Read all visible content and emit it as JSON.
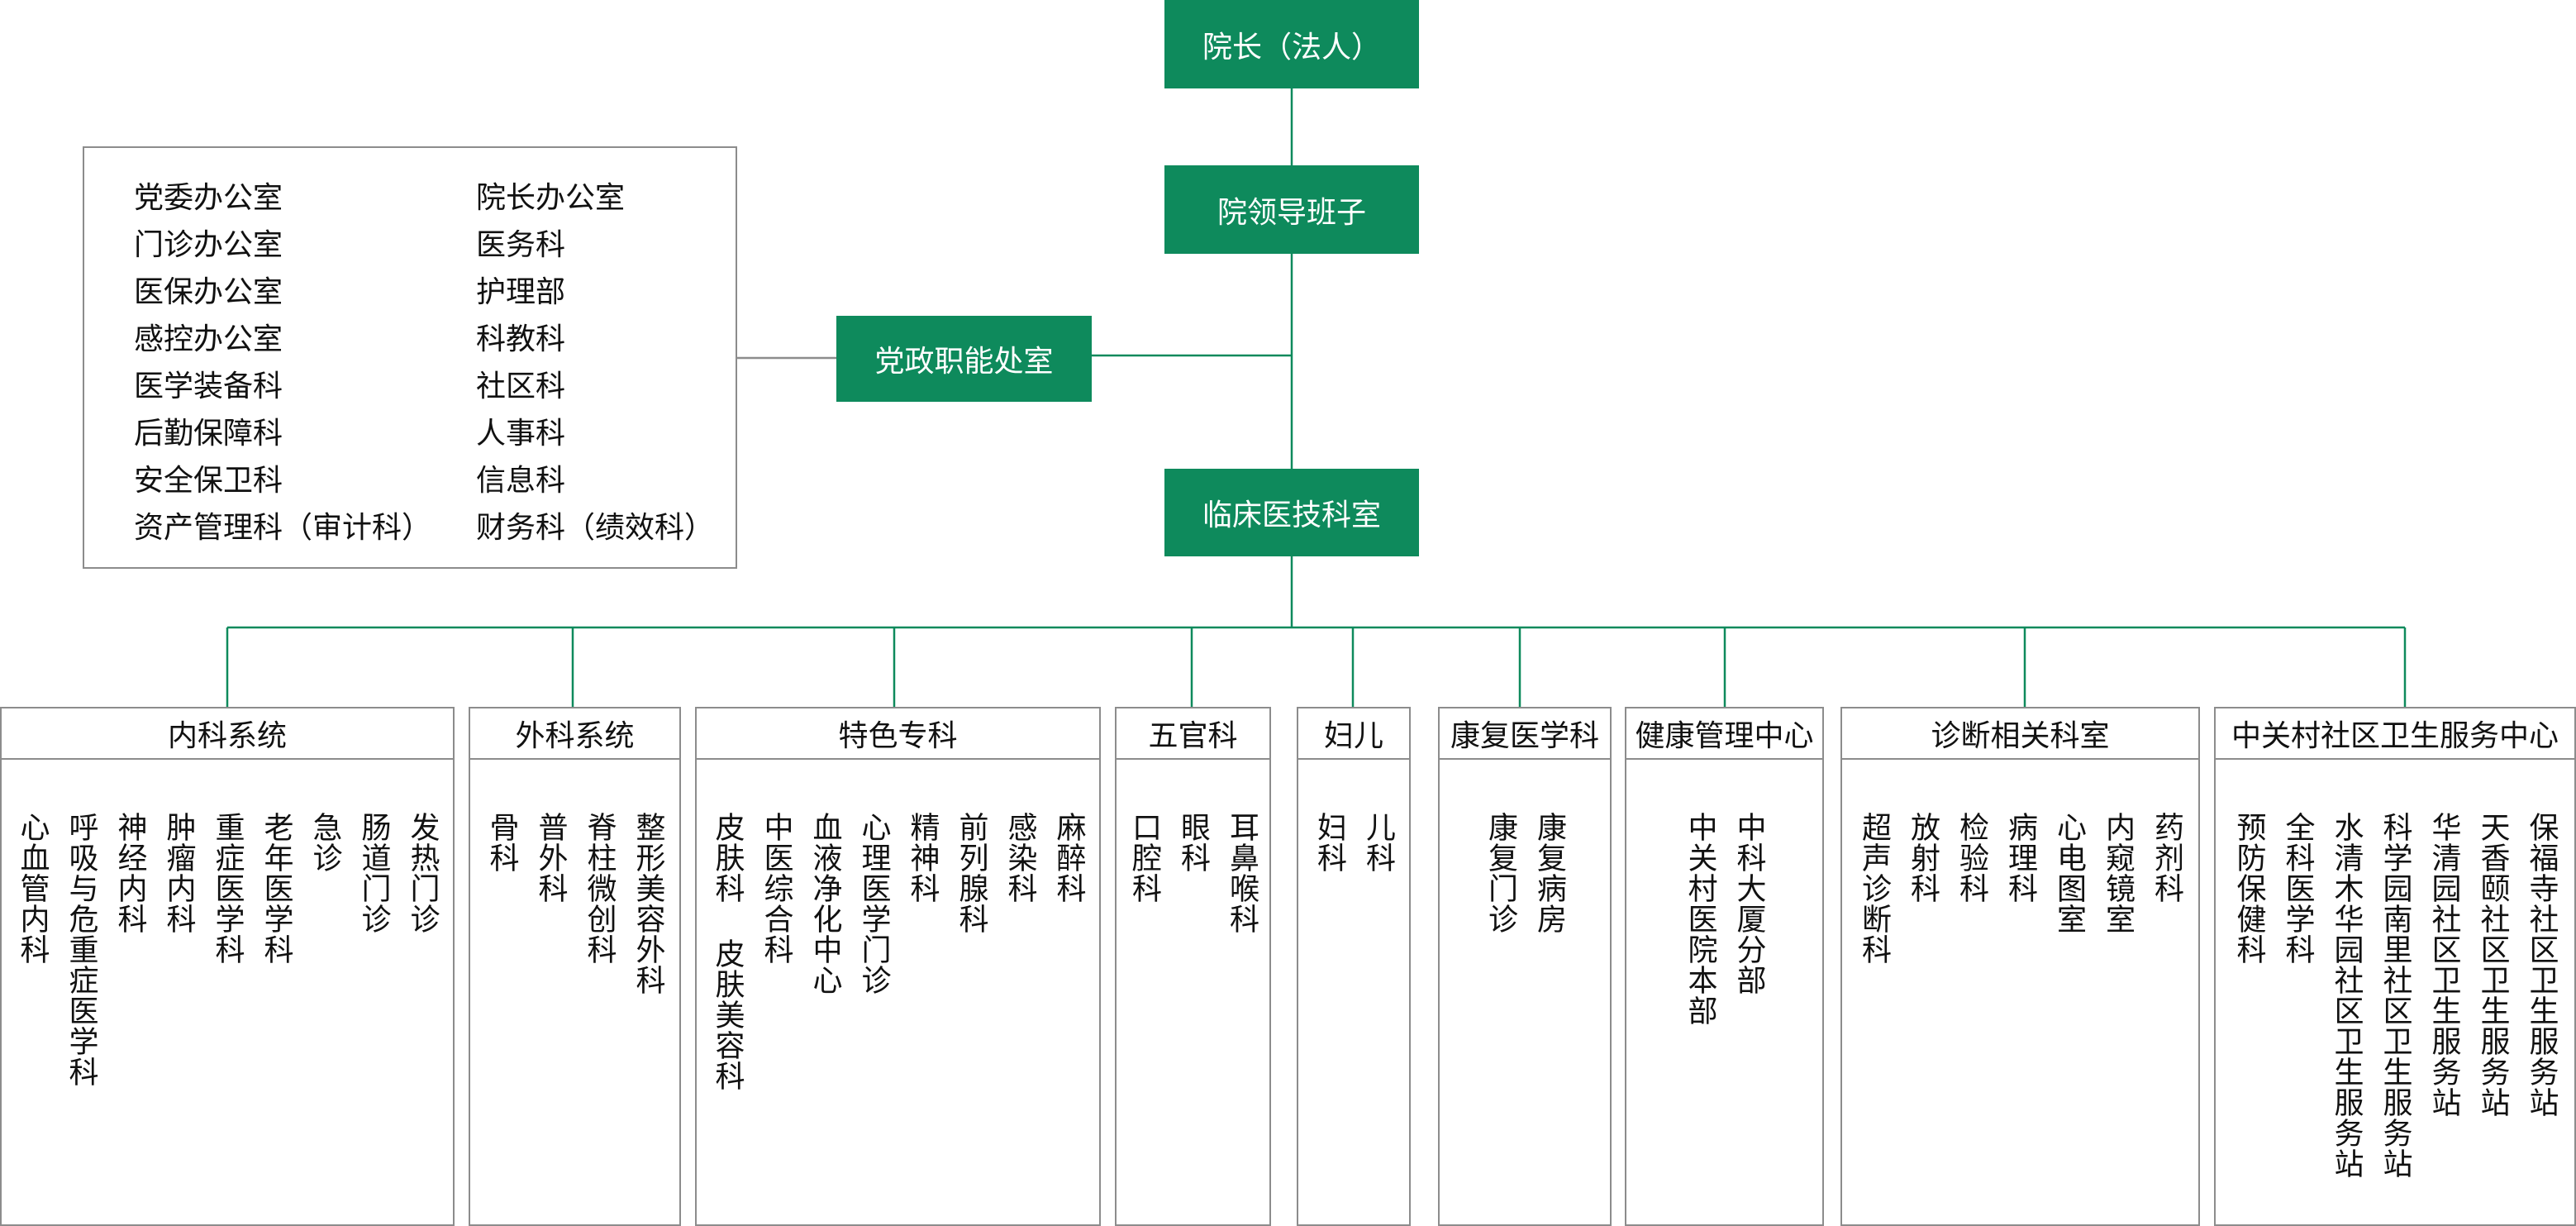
{
  "top": {
    "president": "院长（法人）",
    "leadership": "院领导班子",
    "admin": "党政职能处室",
    "clinical": "临床医技科室"
  },
  "admin_offices": {
    "left": [
      "党委办公室",
      "门诊办公室",
      "医保办公室",
      "感控办公室",
      "医学装备科",
      "后勤保障科",
      "安全保卫科",
      "资产管理科（审计科）"
    ],
    "right": [
      "院长办公室",
      "医务科",
      "护理部",
      "科教科",
      "社区科",
      "人事科",
      "信息科",
      "财务科（绩效科）"
    ]
  },
  "groups": [
    {
      "name": "内科系统",
      "items": [
        "发热门诊",
        "肠道门诊",
        "急诊",
        "老年医学科",
        "重症医学科",
        "肿瘤内科",
        "神经内科",
        "呼吸与危重症医学科",
        "心血管内科"
      ]
    },
    {
      "name": "外科系统",
      "items": [
        "整形美容外科",
        "脊柱微创科",
        "普外科",
        "骨科"
      ]
    },
    {
      "name": "特色专科",
      "items": [
        "麻醉科",
        "感染科",
        "前列腺科",
        "精神科",
        "心理医学门诊",
        "血液净化中心",
        "中医综合科",
        "皮肤科 皮肤美容科"
      ]
    },
    {
      "name": "五官科",
      "items": [
        "耳鼻喉科",
        "眼科",
        "口腔科"
      ]
    },
    {
      "name": "妇儿",
      "items": [
        "儿科",
        "妇科"
      ]
    },
    {
      "name": "康复医学科",
      "items": [
        "康复病房",
        "康复门诊"
      ]
    },
    {
      "name": "健康管理中心",
      "items": [
        "中科大厦分部",
        "中关村医院本部"
      ]
    },
    {
      "name": "诊断相关科室",
      "items": [
        "药剂科",
        "内窥镜室",
        "心电图室",
        "病理科",
        "检验科",
        "放射科",
        "超声诊断科"
      ]
    },
    {
      "name": "中关村社区卫生服务中心",
      "items": [
        "保福寺社区卫生服务站",
        "天香颐社区卫生服务站",
        "华清园社区卫生服务站",
        "科学园南里社区卫生服务站",
        "水清木华园社区卫生服务站",
        "全科医学科",
        "预防保健科"
      ]
    }
  ]
}
